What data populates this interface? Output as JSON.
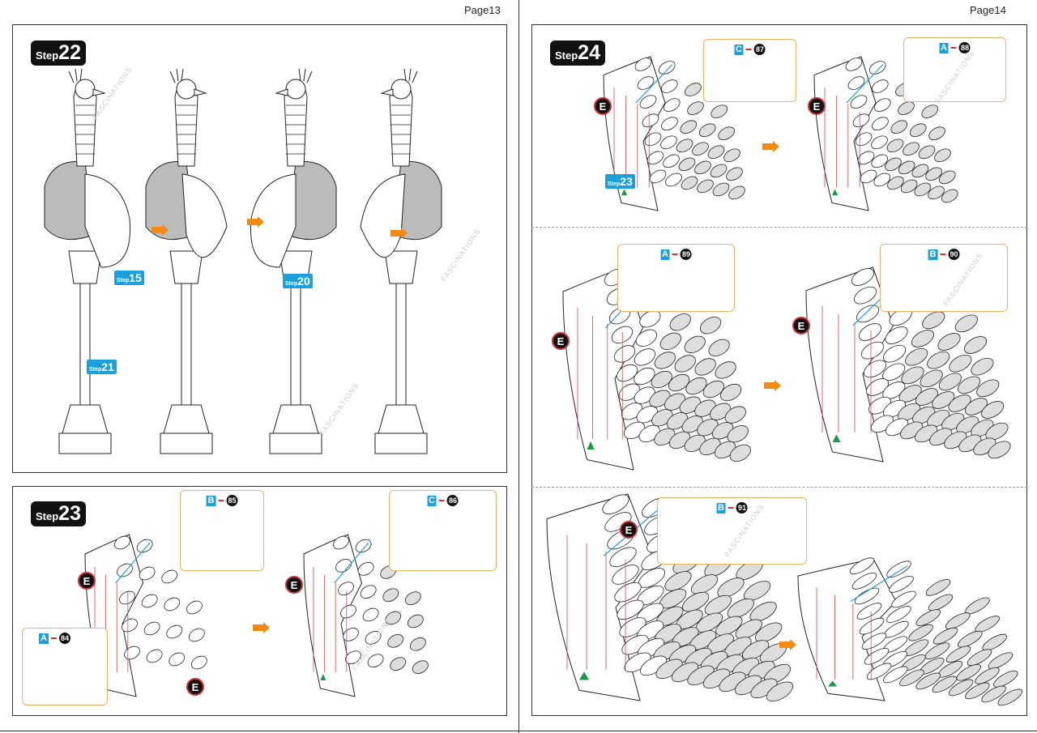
{
  "pages": {
    "left": "Page13",
    "right": "Page14"
  },
  "watermark": "FASCINATIONS",
  "step_word": "Step",
  "steps": {
    "s22": "22",
    "s23": "23",
    "s24": "24"
  },
  "refs": {
    "r15": "15",
    "r20": "20",
    "r21": "21",
    "r23": "23"
  },
  "callouts": [
    {
      "letter": "B",
      "num": "85"
    },
    {
      "letter": "C",
      "num": "86"
    },
    {
      "letter": "A",
      "num": "84"
    },
    {
      "letter": "C",
      "num": "87"
    },
    {
      "letter": "A",
      "num": "88"
    },
    {
      "letter": "A",
      "num": "89"
    },
    {
      "letter": "B",
      "num": "90"
    },
    {
      "letter": "B",
      "num": "91"
    }
  ],
  "marker": "E",
  "colors": {
    "accent": "#f08a10",
    "blue": "#1aa0dc",
    "callout_border": "#f0b060"
  }
}
